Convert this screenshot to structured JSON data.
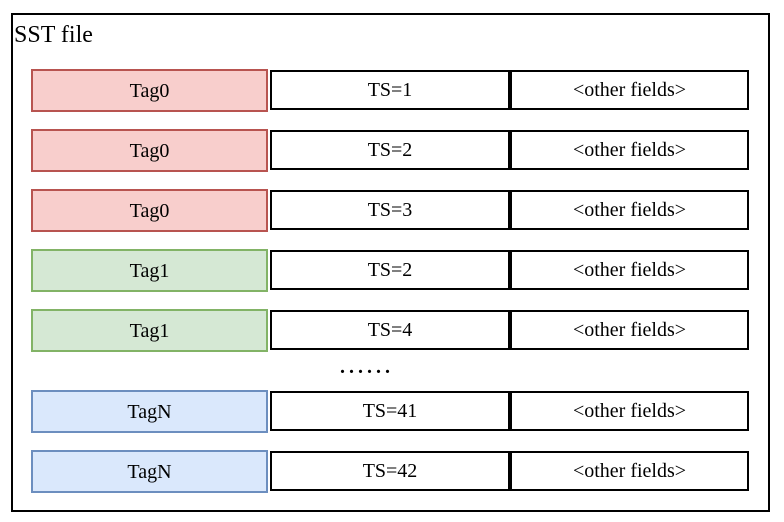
{
  "title": "SST file",
  "ellipsis": "......",
  "ellipsis_after_row": 5,
  "colors": {
    "red": {
      "fill": "#f8cecc",
      "stroke": "#b85450"
    },
    "green": {
      "fill": "#d5e8d4",
      "stroke": "#82b366"
    },
    "blue": {
      "fill": "#dae8fc",
      "stroke": "#6c8ebf"
    },
    "outline": "#000000",
    "background": "#ffffff"
  },
  "rows": [
    {
      "tag": "Tag0",
      "ts": "TS=1",
      "other": "<other fields>",
      "color": "red"
    },
    {
      "tag": "Tag0",
      "ts": "TS=2",
      "other": "<other fields>",
      "color": "red"
    },
    {
      "tag": "Tag0",
      "ts": "TS=3",
      "other": "<other fields>",
      "color": "red"
    },
    {
      "tag": "Tag1",
      "ts": "TS=2",
      "other": "<other fields>",
      "color": "green"
    },
    {
      "tag": "Tag1",
      "ts": "TS=4",
      "other": "<other fields>",
      "color": "green"
    },
    {
      "tag": "TagN",
      "ts": "TS=41",
      "other": "<other fields>",
      "color": "blue"
    },
    {
      "tag": "TagN",
      "ts": "TS=42",
      "other": "<other fields>",
      "color": "blue"
    }
  ]
}
